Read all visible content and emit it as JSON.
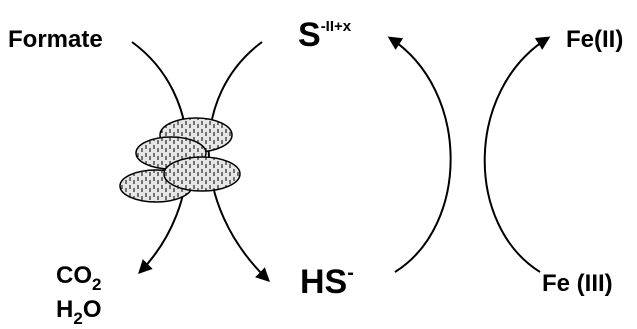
{
  "labels": {
    "formate": "Formate",
    "sulfur_base": "S",
    "sulfur_sup": "-II+x",
    "fe2": "Fe(II)",
    "co2_base": "CO",
    "co2_sub": "2",
    "h2o_h": "H",
    "h2o_sub": "2",
    "h2o_o": "O",
    "hs_base": "HS",
    "hs_sup": "-",
    "fe3": "Fe (III)"
  },
  "colors": {
    "line": "#000000",
    "cell_fill": "#e6e6e6"
  },
  "icons": {
    "bacteria": "bacteria-cluster-icon"
  }
}
